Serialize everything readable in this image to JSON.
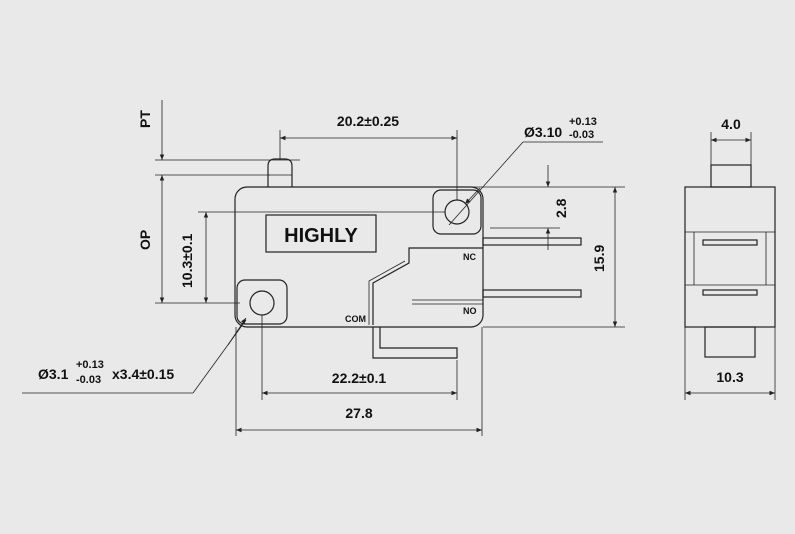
{
  "brand": "HIGHLY",
  "labels": {
    "pt": "PT",
    "op": "OP",
    "com": "COM",
    "nc": "NC",
    "no": "NO"
  },
  "dimensions": {
    "overall_top": "20.2±0.25",
    "hole_right_main": "Ø3.10",
    "hole_right_sup": "+0.13",
    "hole_right_sub": "-0.03",
    "hole_right_offset": "2.8",
    "height_left": "10.3±0.1",
    "height_right": "15.9",
    "hole_left_main": "Ø3.1",
    "hole_left_sup": "+0.13",
    "hole_left_sub": "-0.03",
    "hole_left_tail": "x3.4±0.15",
    "pitch_bottom": "22.2±0.1",
    "length_bottom": "27.8",
    "side_width_top": "4.0",
    "side_width_bottom": "10.3"
  }
}
